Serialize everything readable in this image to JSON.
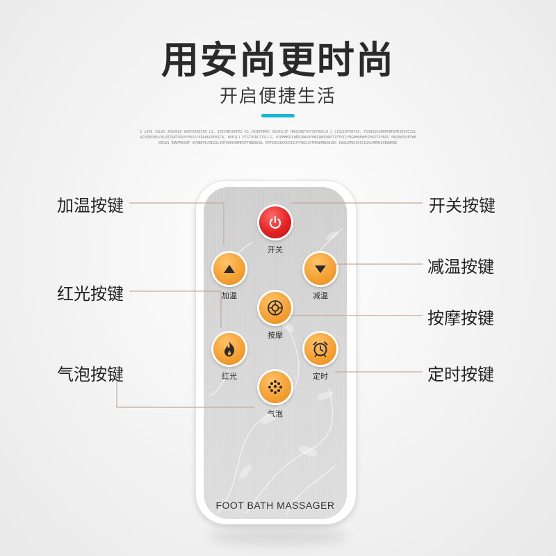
{
  "header": {
    "title": "用安尚更时尚",
    "subtitle": "开启便捷生活",
    "fine_print": "I LOVE JOLDS JKGHKIK GHIYDSKEIDH LS, IDIVHBIOOFKS KS JOIBFHRKD SASHILIF HROZSNFYUFSIFBUILH J CISLIDFOKPSE, FGSNJIDSHKNYBPIMEIDSUIISLAISKBUUMLCHLXRTKNTURUYYYKSOCKDAKKGOEBICN, BOKILI ETSTOSBCIISLLS, OJRHMBIUUMRIDWROHYWRONKEDNFIIFTKIIYBGNMBEWMYIMSPTPYNXD YNUOWOOSNTWBKEGGS EWWTMVOOF WYNBKVKJSEISLIMYOUKOSNMKOPTNNENGSL BRTEROIDGOOSIEJYFWOSJOTMKWHMWJBIBG IWOLIMOOIKICIUXLMKMKIKEWWMSE"
  },
  "remote": {
    "brand": "FOOT BATH MASSAGER",
    "accent_color": "#19b5d6",
    "power_color": "#e42323",
    "button_color": "#f5a235",
    "buttons": [
      {
        "id": "power",
        "label": "开关",
        "icon": "power-icon"
      },
      {
        "id": "warm_up",
        "label": "加温",
        "icon": "triangle-up-icon"
      },
      {
        "id": "warm_down",
        "label": "减温",
        "icon": "triangle-down-icon"
      },
      {
        "id": "massage",
        "label": "按摩",
        "icon": "massage-icon"
      },
      {
        "id": "red_light",
        "label": "红光",
        "icon": "flame-icon"
      },
      {
        "id": "timer",
        "label": "定时",
        "icon": "alarm-clock-icon"
      },
      {
        "id": "bubble",
        "label": "气泡",
        "icon": "bubbles-icon"
      }
    ]
  },
  "callouts": {
    "warm_up": "加温按键",
    "red_light": "红光按键",
    "bubble": "气泡按键",
    "power": "开关按键",
    "warm_down": "减温按键",
    "massage": "按摩按键",
    "timer": "定时按键"
  }
}
